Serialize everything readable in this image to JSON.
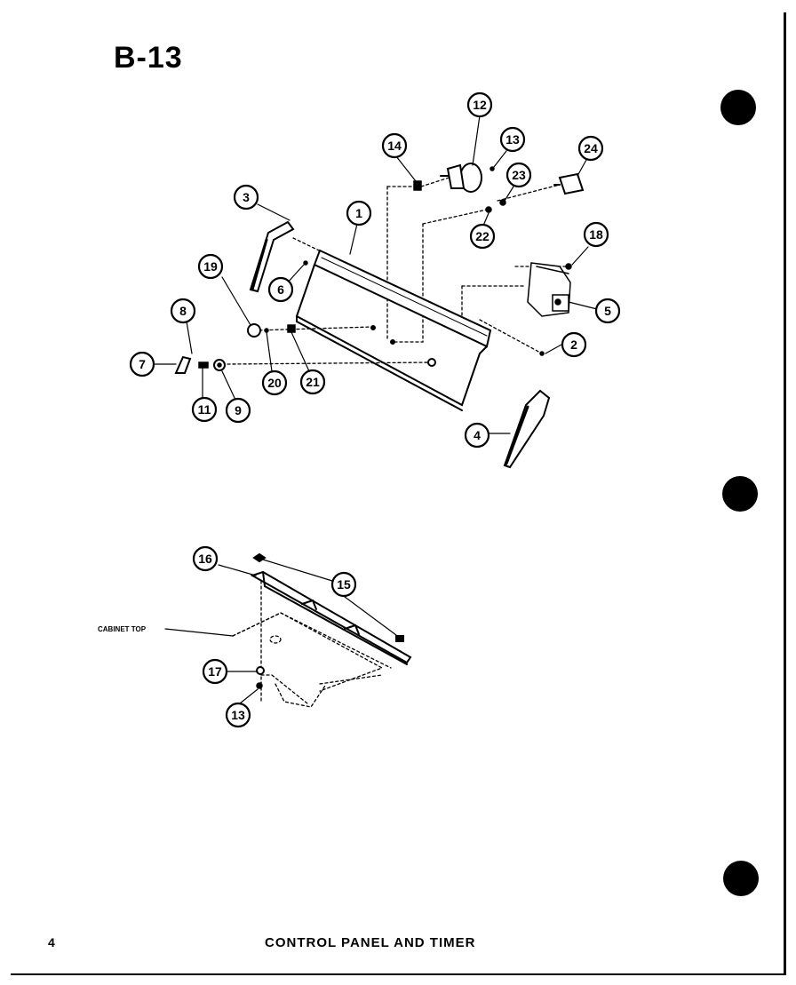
{
  "header": {
    "page_code": "B-13"
  },
  "footer": {
    "page_number": "4",
    "title": "CONTROL PANEL AND TIMER"
  },
  "labels": {
    "cabinet_top": "CABINET TOP"
  },
  "callouts": {
    "c1": "1",
    "c2": "2",
    "c3": "3",
    "c4": "4",
    "c5": "5",
    "c6": "6",
    "c7": "7",
    "c8": "8",
    "c9": "9",
    "c11": "11",
    "c12": "12",
    "c13a": "13",
    "c13b": "13",
    "c14": "14",
    "c15": "15",
    "c16": "16",
    "c17": "17",
    "c18": "18",
    "c19": "19",
    "c20": "20",
    "c21": "21",
    "c22": "22",
    "c23": "23",
    "c24": "24"
  }
}
